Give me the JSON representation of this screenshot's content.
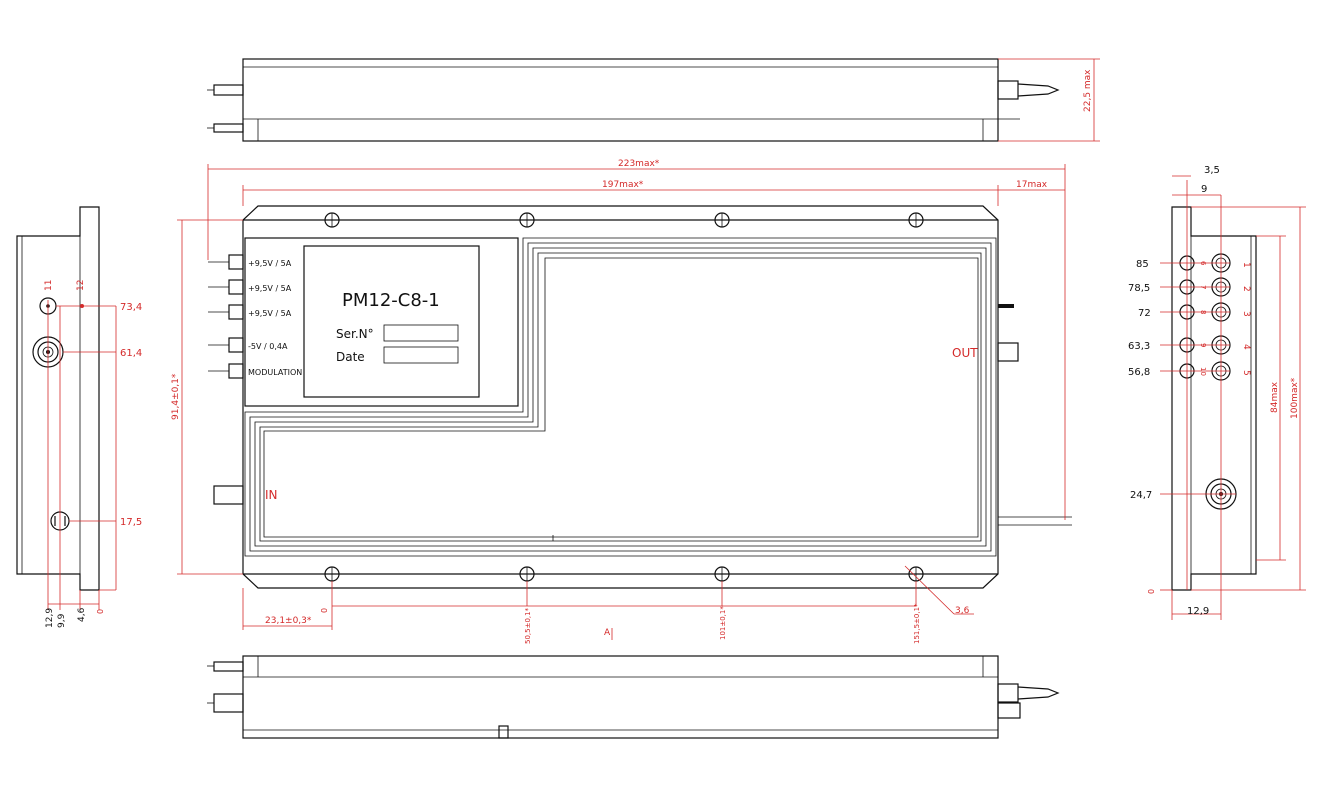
{
  "label_board": {
    "title": "PM12-C8-1",
    "serial_label": "Ser.N°",
    "date_label": "Date"
  },
  "connectors": [
    {
      "label": "+9,5V / 5A"
    },
    {
      "label": "+9,5V / 5A"
    },
    {
      "label": "+9,5V / 5A"
    },
    {
      "label": "-5V / 0,4A"
    },
    {
      "label": "MODULATION"
    }
  ],
  "ports": {
    "out": "OUT",
    "in": "IN"
  },
  "dims_top": {
    "overall": "223max*",
    "body": "197max*",
    "projection": "17max",
    "height": "22,5 max"
  },
  "dims_front": {
    "vertical": "91,4±0,1*",
    "start": "23,1±0,3*",
    "ticks": [
      "50,5±0,1*",
      "101±0,1*",
      "151,5±0,1*"
    ],
    "hole": "3,6",
    "zero": "0",
    "section": "A"
  },
  "dims_left": {
    "levels": [
      "73,4",
      "61,4",
      "17,5"
    ],
    "col_labels": [
      "11",
      "12"
    ],
    "bottom": [
      "12,9",
      "9,9",
      "4,6",
      "0"
    ]
  },
  "dims_right": {
    "levels": [
      "85",
      "78,5",
      "72",
      "63,3",
      "56,8",
      "24,7",
      "0"
    ],
    "pins": [
      "1",
      "2",
      "3",
      "4",
      "5"
    ],
    "pins_aux": [
      "6",
      "7",
      "8",
      "9",
      "10"
    ],
    "top": [
      "3,5",
      "9"
    ],
    "bottom": "12,9",
    "height_84": "84max",
    "height_100": "100max*"
  },
  "colors": {
    "outline": "#111111",
    "dimension": "#d42a2a",
    "background": "#ffffff"
  }
}
